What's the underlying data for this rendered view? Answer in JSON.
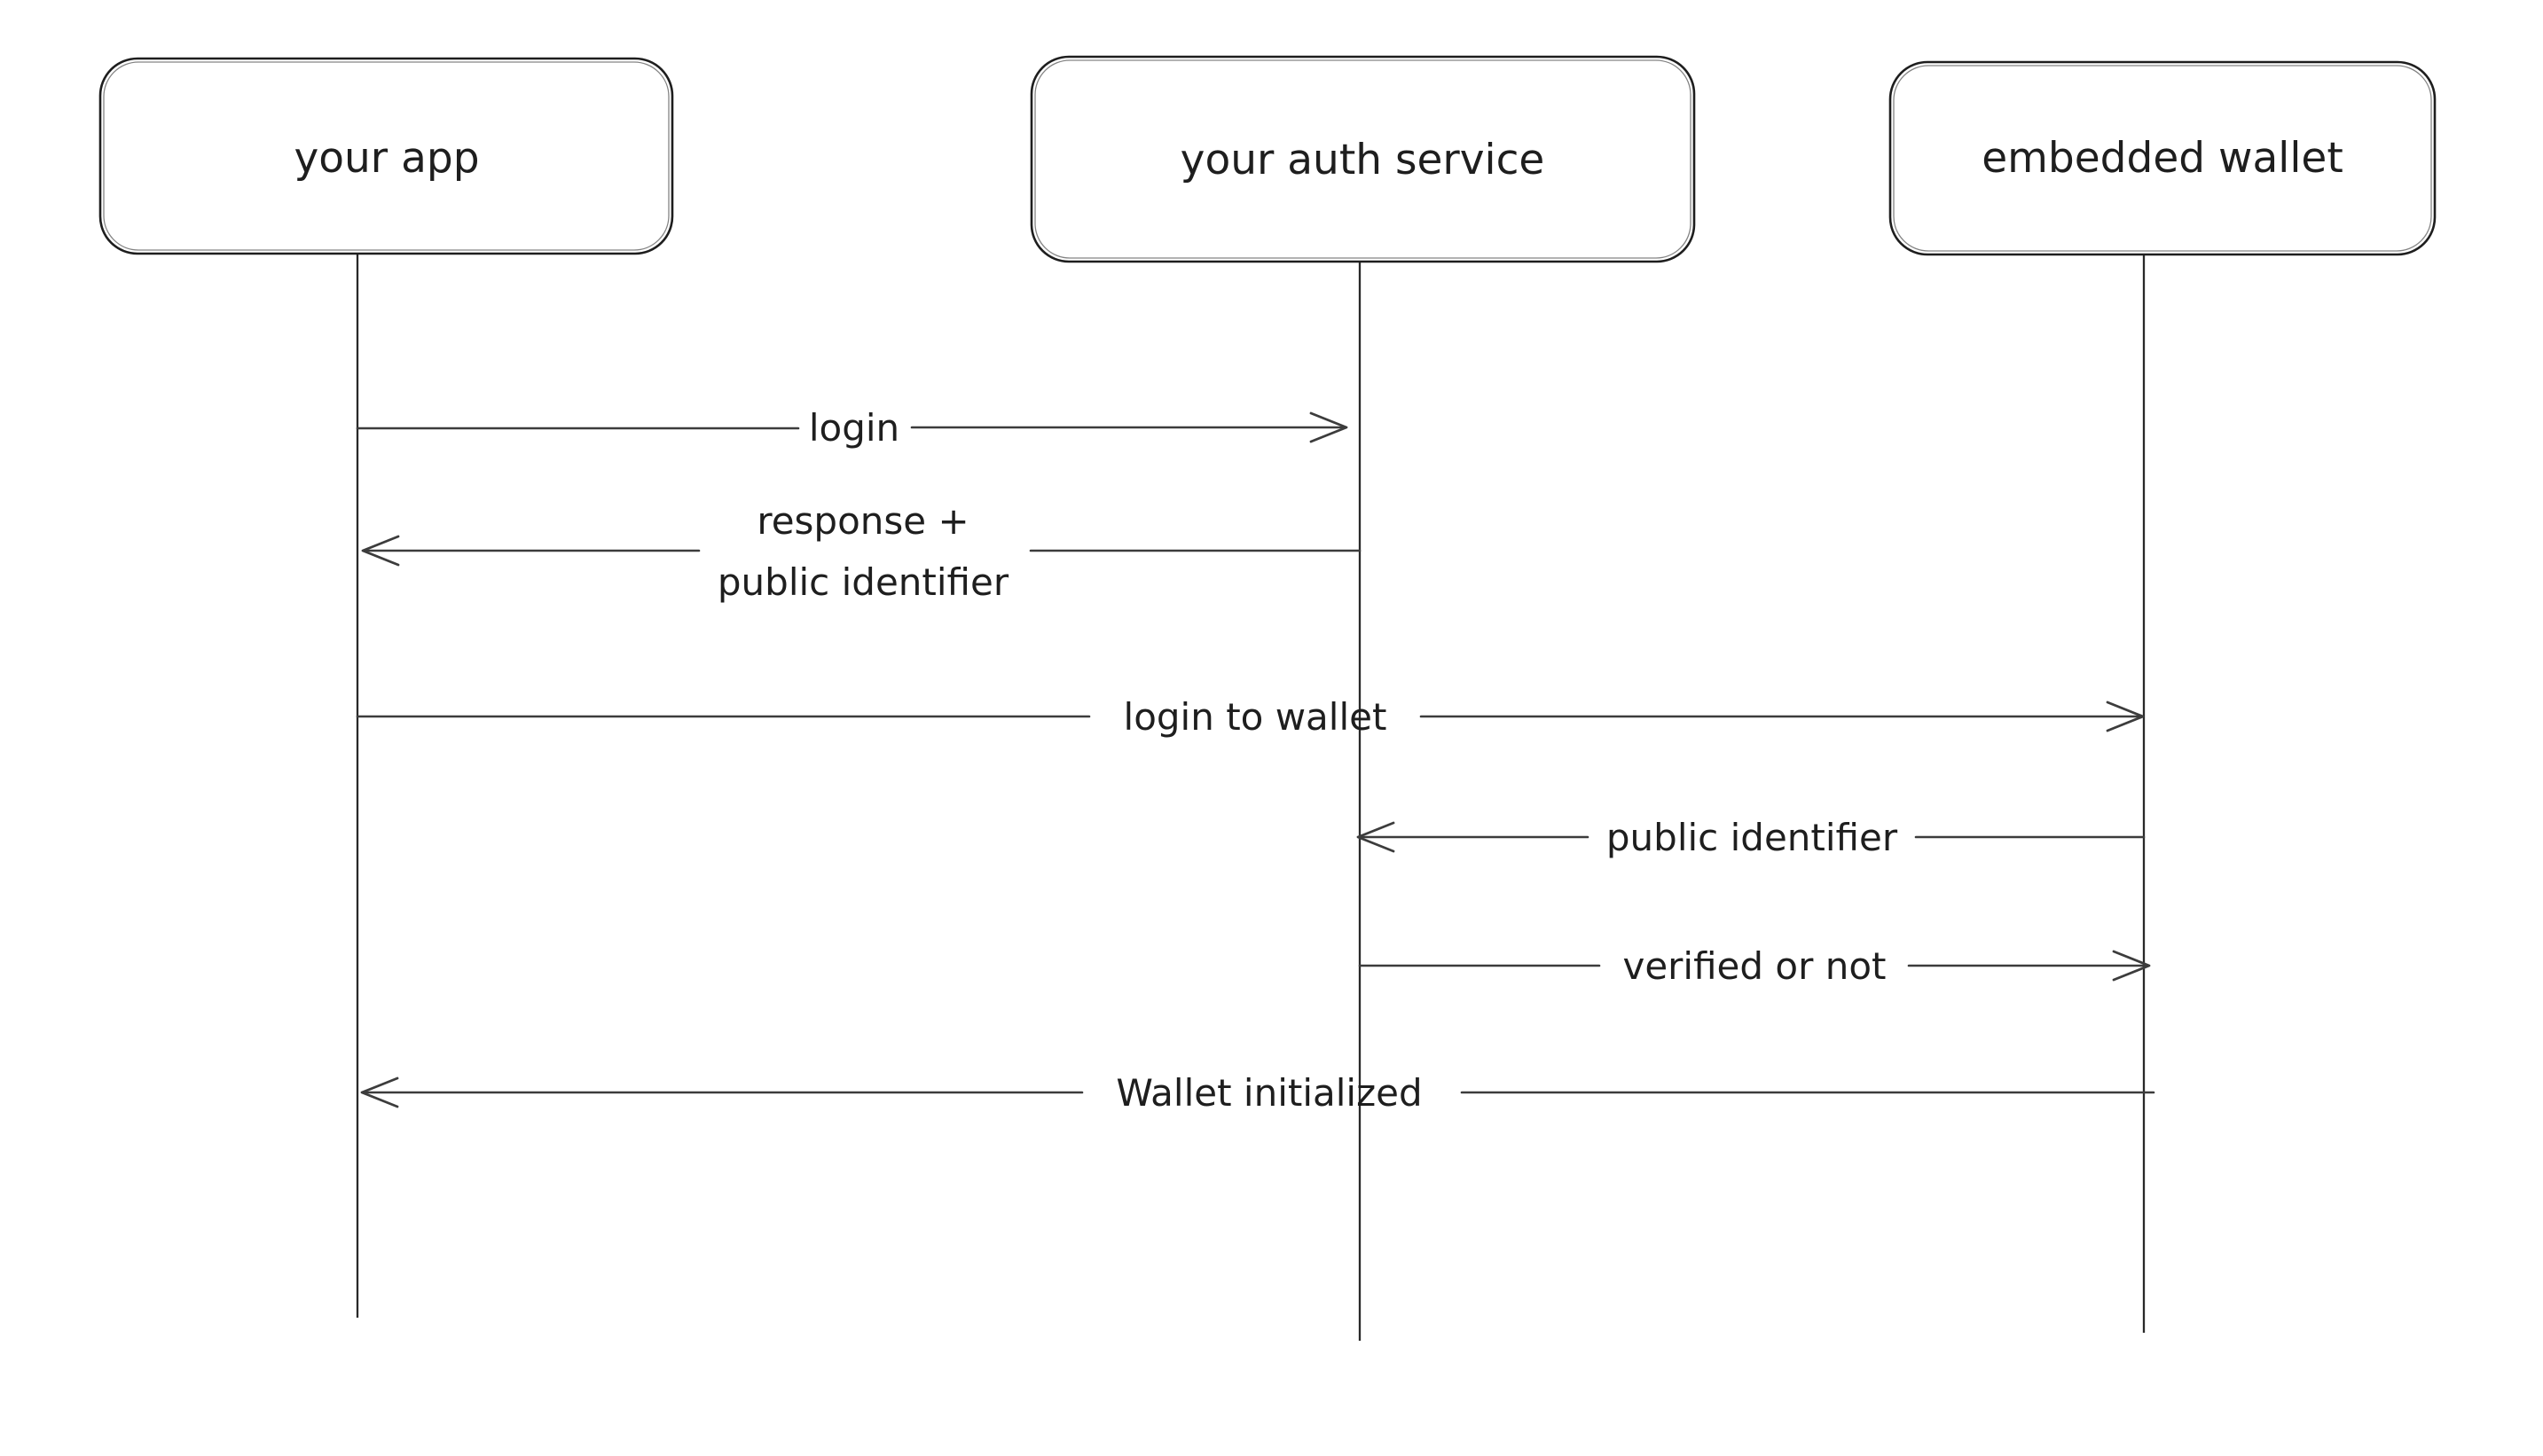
{
  "diagram": {
    "type": "sequence-diagram",
    "colors": {
      "stroke": "#1e1e1e",
      "line": "#3c3c3c",
      "background": "#ffffff"
    },
    "actors": [
      {
        "label": "your app"
      },
      {
        "label": "your auth service"
      },
      {
        "label": "embedded wallet"
      }
    ],
    "messages": [
      {
        "from": "your app",
        "to": "your auth service",
        "label": "login"
      },
      {
        "from": "your auth service",
        "to": "your app",
        "label": "response + public identifier",
        "label_lines": [
          "response +",
          "public identifier"
        ]
      },
      {
        "from": "your app",
        "to": "embedded wallet",
        "label": "login to wallet"
      },
      {
        "from": "embedded wallet",
        "to": "your auth service",
        "label": "public identifier"
      },
      {
        "from": "your auth service",
        "to": "embedded wallet",
        "label": "verified or not"
      },
      {
        "from": "embedded wallet",
        "to": "your app",
        "label": "Wallet initialized"
      }
    ]
  }
}
